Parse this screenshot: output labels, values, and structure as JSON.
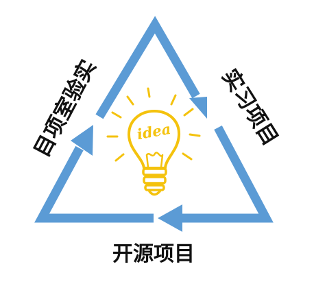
{
  "labels": {
    "left": "目项室验实",
    "right": "实习项目",
    "bottom": "开源项目"
  },
  "bulb": {
    "text": "idea"
  },
  "colors": {
    "arrow": "#5b9bd5",
    "bulb": "#f4c20d",
    "text": "#111111",
    "background": "#ffffff"
  },
  "icons": {
    "center": "lightbulb-icon"
  }
}
